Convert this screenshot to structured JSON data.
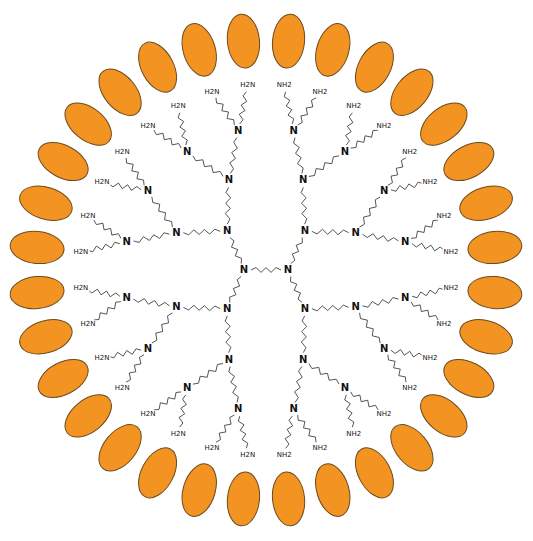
{
  "diagram": {
    "labels": [
      "N",
      "N",
      "N",
      "N",
      "N",
      "N",
      "N",
      "N",
      "N",
      "N",
      "N",
      "N",
      "N",
      "N",
      "N",
      "N",
      "N",
      "N",
      "N",
      "N",
      "N",
      "N",
      "N",
      "N",
      "N",
      "N",
      "N",
      "N",
      "N",
      "N",
      "NH2",
      "NH2",
      "NH2",
      "NH2",
      "NH2",
      "NH2",
      "NH2",
      "NH2",
      "NH2",
      "NH2",
      "NH2",
      "NH2",
      "NH2",
      "NH2",
      "NH2",
      "NH2",
      "H2N",
      "H2N",
      "H2N",
      "H2N",
      "H2N",
      "H2N",
      "H2N",
      "H2N",
      "H2N",
      "H2N",
      "H2N",
      "H2N",
      "H2N",
      "H2N",
      "H2N",
      "H2N"
    ]
  }
}
